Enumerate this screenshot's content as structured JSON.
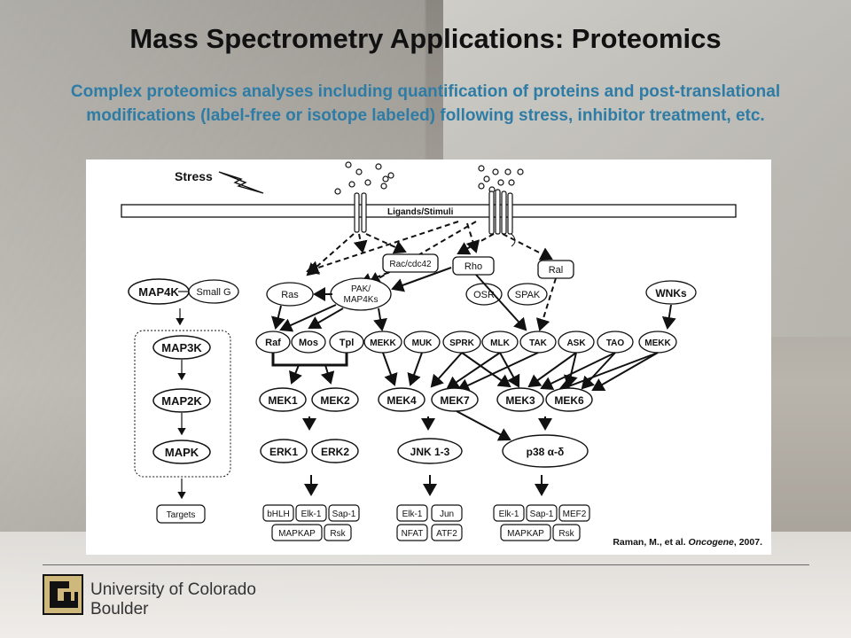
{
  "slide": {
    "title": "Mass Spectrometry Applications: Proteomics",
    "subtitle": "Complex proteomics analyses including quantification of proteins and post-translational modifications (label-free or isotope labeled) following stress, inhibitor treatment, etc."
  },
  "figure": {
    "stress_label": "Stress",
    "membrane_label": "Ligands/Stimuli",
    "left_column": {
      "map4k": "MAP4K",
      "small_g": "Small G",
      "map3k": "MAP3K",
      "map2k": "MAP2K",
      "mapk": "MAPK",
      "targets": "Targets"
    },
    "gtpases": {
      "rac": "Rac/cdc42",
      "rho": "Rho",
      "ral": "Ral",
      "ras": "Ras",
      "pak_line1": "PAK/",
      "pak_line2": "MAP4Ks",
      "osr": "OSR",
      "spak": "SPAK",
      "wnks": "WNKs"
    },
    "map3ks": [
      "Raf",
      "Mos",
      "Tpl",
      "MEKK",
      "MUK",
      "SPRK",
      "MLK",
      "TAK",
      "ASK",
      "TAO",
      "MEKK"
    ],
    "map2ks": [
      "MEK1",
      "MEK2",
      "MEK4",
      "MEK7",
      "MEK3",
      "MEK6"
    ],
    "mapks": {
      "erk1": "ERK1",
      "erk2": "ERK2",
      "jnk": "JNK 1-3",
      "p38": "p38 α-δ"
    },
    "targets_erk": {
      "row1": [
        "bHLH",
        "Elk-1",
        "Sap-1"
      ],
      "row2": [
        "MAPKAP",
        "Rsk"
      ]
    },
    "targets_jnk": {
      "row1": [
        "Elk-1",
        "Jun"
      ],
      "row2": [
        "NFAT",
        "ATF2"
      ]
    },
    "targets_p38": {
      "row1": [
        "Elk-1",
        "Sap-1",
        "MEF2"
      ],
      "row2": [
        "MAPKAP",
        "Rsk"
      ]
    },
    "citation_prefix": "Raman, M., et al. ",
    "citation_journal": "Oncogene",
    "citation_suffix": ", 2007."
  },
  "footer": {
    "university_line1": "University of Colorado",
    "university_line2": "Boulder",
    "logo_colors": {
      "gold": "#cfb87c",
      "black": "#111111"
    }
  },
  "colors": {
    "title": "#111111",
    "subtitle": "#2e7ca5",
    "rule": "#6b6b6b"
  }
}
